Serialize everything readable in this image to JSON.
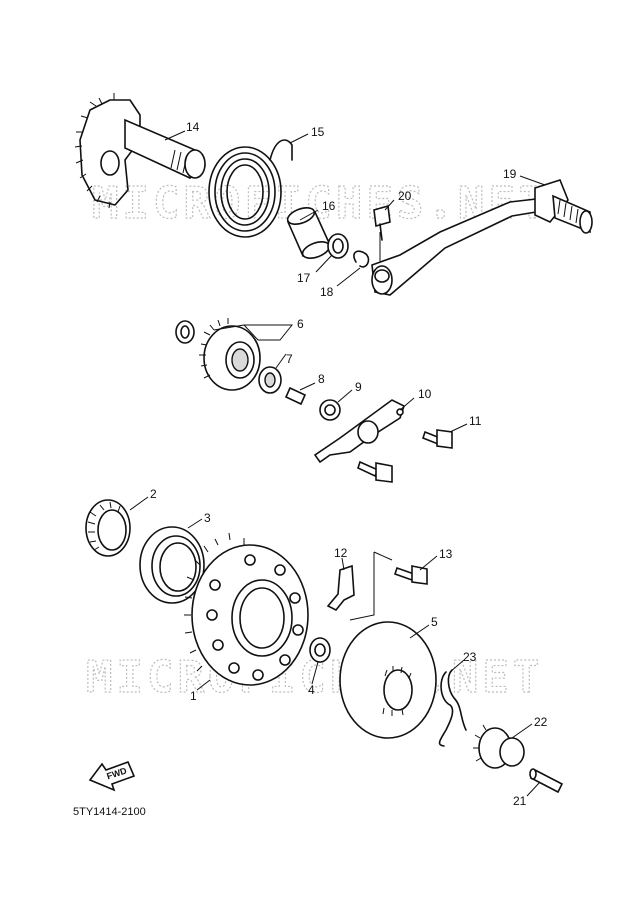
{
  "watermark": "MICROFICHES.NET",
  "diagram_code": "5TY1414-2100",
  "fwd_label": "FWD",
  "callouts": {
    "c1": "1",
    "c2": "2",
    "c3": "3",
    "c4": "4",
    "c5": "5",
    "c6": "6",
    "c7": "7",
    "c8": "8",
    "c9": "9",
    "c10": "10",
    "c11": "11",
    "c12": "12",
    "c13": "13",
    "c14": "14",
    "c15": "15",
    "c16": "16",
    "c17": "17",
    "c18": "18",
    "c19": "19",
    "c20": "20",
    "c21": "21",
    "c22": "22",
    "c23": "23"
  }
}
